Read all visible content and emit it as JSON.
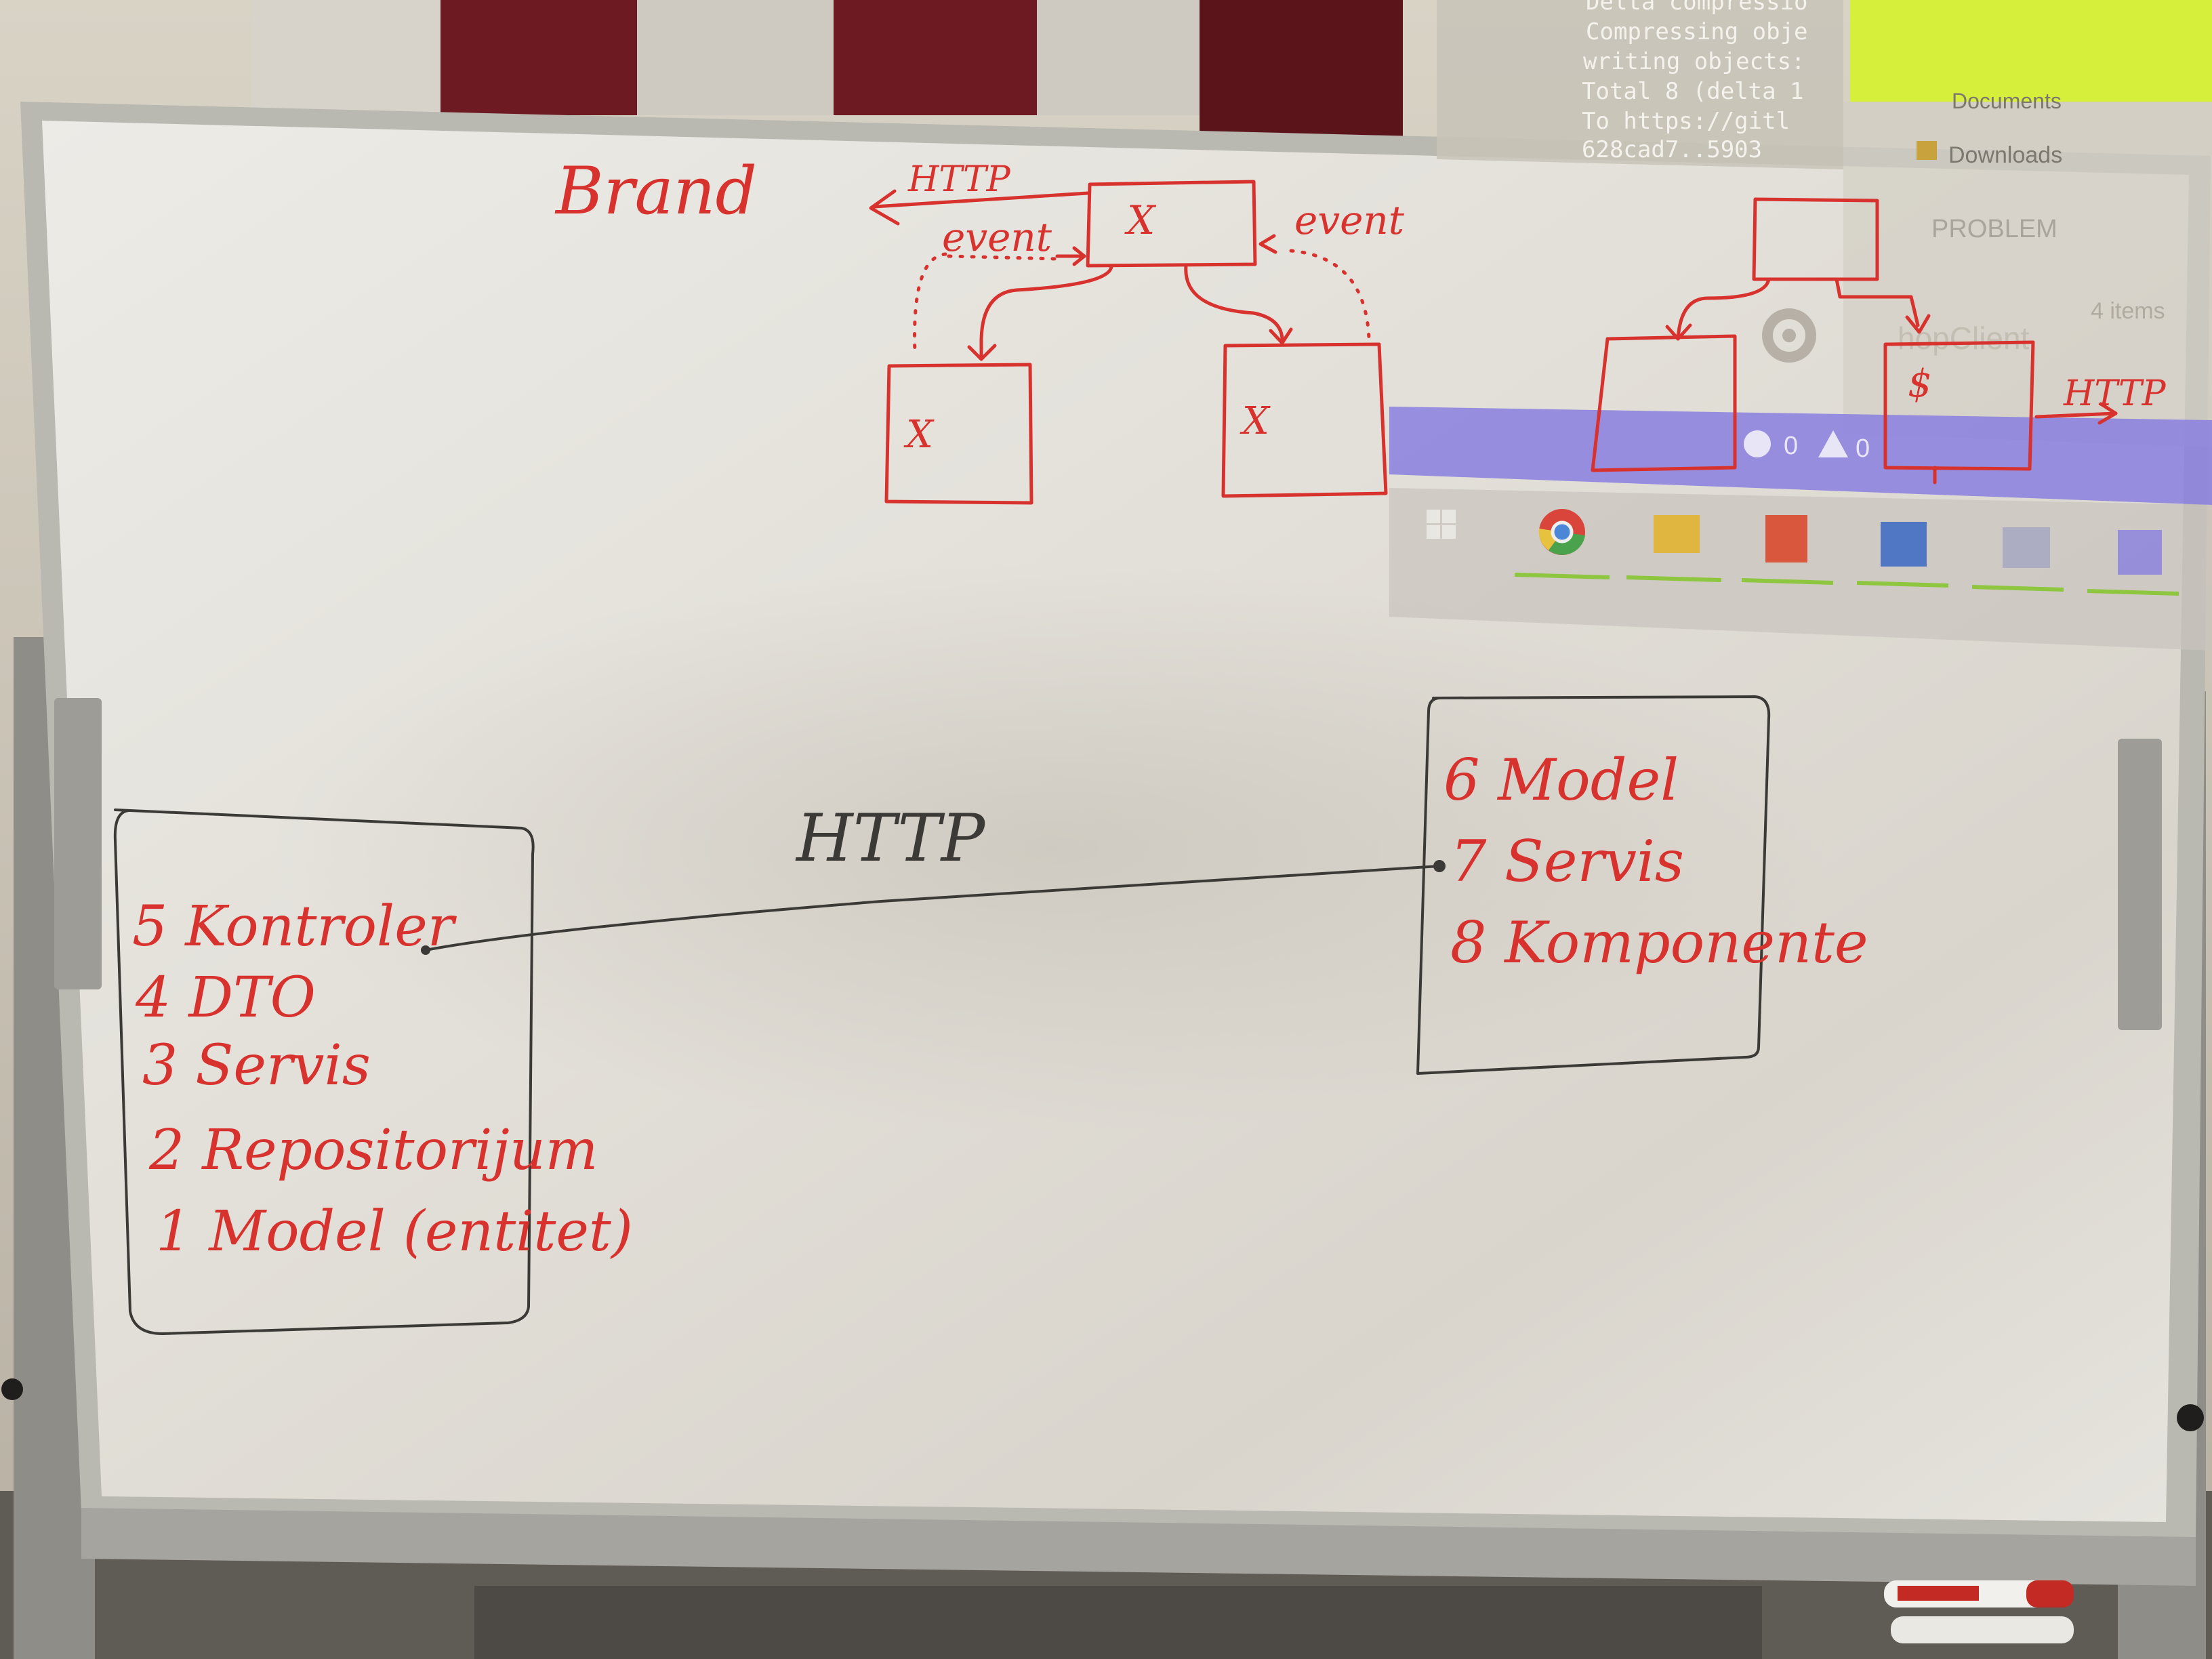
{
  "colors": {
    "marker_red": "#d8322e",
    "marker_black": "#3b3a36",
    "board_white": "#e7e5df",
    "board_frame": "#b9b8b1",
    "projection_green": "#d6ef3a",
    "projection_purple": "#8a7fe0",
    "wall": "#d9d2c4",
    "curtain_red": "#6e1a22"
  },
  "terminal": {
    "lines": [
      "Delta compressio",
      "Compressing obje",
      "writing objects:",
      "Total 8 (delta 1",
      "To https://gitl",
      "   628cad7..5903"
    ]
  },
  "explorer": {
    "items": [
      "Documents",
      "Downloads"
    ],
    "problems_label": "PROBLEM",
    "items_count": "4 items",
    "faded_label": "hopClient",
    "status_counts": [
      "0",
      "0"
    ]
  },
  "taskbar": {
    "apps": [
      "windows-start",
      "chrome",
      "file-explorer",
      "powerpoint",
      "word",
      "visual-studio-grey",
      "visual-studio"
    ]
  },
  "top_diagram": {
    "brand_label": "Brand",
    "http_label": "HTTP",
    "event_left": "event",
    "event_right": "event",
    "node_mark": "X"
  },
  "right_diagram": {
    "dollar_mark": "$",
    "http_label": "HTTP"
  },
  "backend_box": {
    "items": [
      "5 Kontroler",
      "4 DTO",
      "3 Servis",
      "2 Repositorijum",
      "1 Model (entitet)"
    ]
  },
  "frontend_box": {
    "items": [
      "6 Model",
      "7 Servis",
      "8 Komponente"
    ]
  },
  "link_label": "HTTP"
}
